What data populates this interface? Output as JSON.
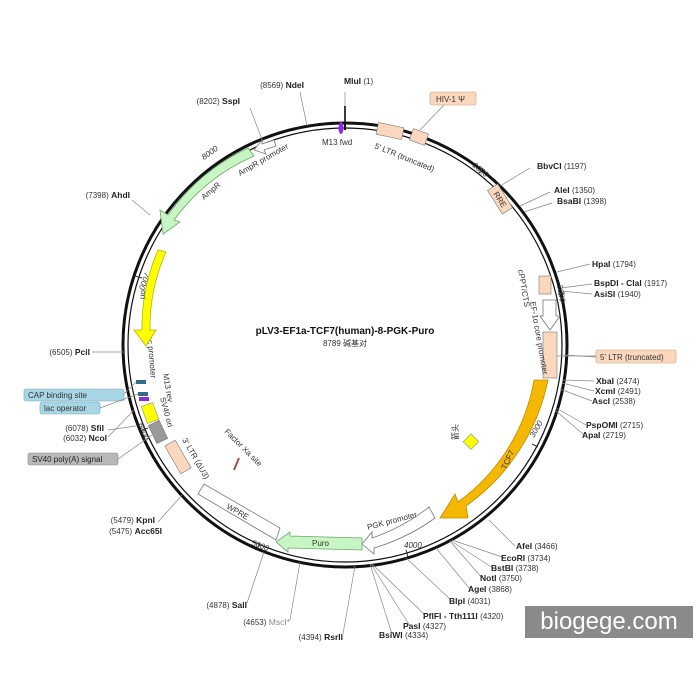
{
  "plasmid": {
    "name": "pLV3-EF1a-TCF7(human)-8-PGK-Puro",
    "size_text": "8789 碱基对"
  },
  "ticks": [
    "1000",
    "2000",
    "3000",
    "4000",
    "5000",
    "6000",
    "7000",
    "8000"
  ],
  "sites": [
    {
      "name": "MluI",
      "pos": "(1)"
    },
    {
      "name": "NdeI",
      "pos": "(8569)"
    },
    {
      "name": "SspI",
      "pos": "(8202)"
    },
    {
      "name": "BbvCI",
      "pos": "(1197)"
    },
    {
      "name": "AleI",
      "pos": "(1350)"
    },
    {
      "name": "BsaBI",
      "pos": "(1398)"
    },
    {
      "name": "HpaI",
      "pos": "(1794)"
    },
    {
      "name": "BspDI - ClaI",
      "pos": "(1917)"
    },
    {
      "name": "AsiSI",
      "pos": "(1940)"
    },
    {
      "name": "XbaI",
      "pos": "(2474)"
    },
    {
      "name": "XcmI",
      "pos": "(2491)"
    },
    {
      "name": "AscI",
      "pos": "(2538)"
    },
    {
      "name": "PspOMI",
      "pos": "(2715)"
    },
    {
      "name": "ApaI",
      "pos": "(2719)"
    },
    {
      "name": "AfeI",
      "pos": "(3466)"
    },
    {
      "name": "EcoRI",
      "pos": "(3734)"
    },
    {
      "name": "BstBI",
      "pos": "(3738)"
    },
    {
      "name": "NotI",
      "pos": "(3750)"
    },
    {
      "name": "AgeI",
      "pos": "(3868)"
    },
    {
      "name": "BlpI",
      "pos": "(4031)"
    },
    {
      "name": "PflFI - Tth111I",
      "pos": "(4320)"
    },
    {
      "name": "PasI",
      "pos": "(4327)"
    },
    {
      "name": "BsiWI",
      "pos": "(4334)"
    },
    {
      "name": "RsrII",
      "pos": "(4394)"
    },
    {
      "name": "MscI*",
      "pos": "(4653)"
    },
    {
      "name": "SalI",
      "pos": "(4878)"
    },
    {
      "name": "KpnI",
      "pos": "(5479)"
    },
    {
      "name": "Acc65I",
      "pos": "(5475)"
    },
    {
      "name": "SfiI",
      "pos": "(6078)"
    },
    {
      "name": "NcoI",
      "pos": "(6032)"
    },
    {
      "name": "PciI",
      "pos": "(6505)"
    },
    {
      "name": "AhdI",
      "pos": "(7398)"
    }
  ],
  "features": {
    "m13_fwd": "M13 fwd",
    "ltr5_trunc": "5' LTR (truncated)",
    "rre": "RRE",
    "cppt": "cPPT/CTS",
    "ef1a": "EF-1α core promoter",
    "tcf7": "TCF7",
    "jiatou": "箭头",
    "pgk": "PGK promoter",
    "puro": "Puro",
    "wpre": "WPRE",
    "ltr3": "3' LTR (ΔU3)",
    "factor_xa": "Factor Xa site",
    "sv40_ori": "SV40 ori",
    "m13_rev": "M13 rev",
    "lac_promoter": "lac promoter",
    "ori": "ori",
    "ampr": "AmpR",
    "ampr_promoter": "AmpR promoter"
  },
  "callouts": {
    "hiv": "HIV-1 Ψ",
    "ltr5_right": "5' LTR (truncated)",
    "cap": "CAP binding site",
    "lac_operator": "lac operator",
    "sv40_polya": "SV40 poly(A) signal"
  },
  "watermark": "biogege.com",
  "colors": {
    "ltr": "#fbd8bd",
    "ori": "#ffff00",
    "tcf7": "#f5b800",
    "puro": "#c8f5c4",
    "ampr": "#c8f5c4",
    "promoter": "#ffffff",
    "gray": "#999999",
    "blue_callout": "#a9d6e5",
    "gray_callout": "#b8b8b8"
  }
}
